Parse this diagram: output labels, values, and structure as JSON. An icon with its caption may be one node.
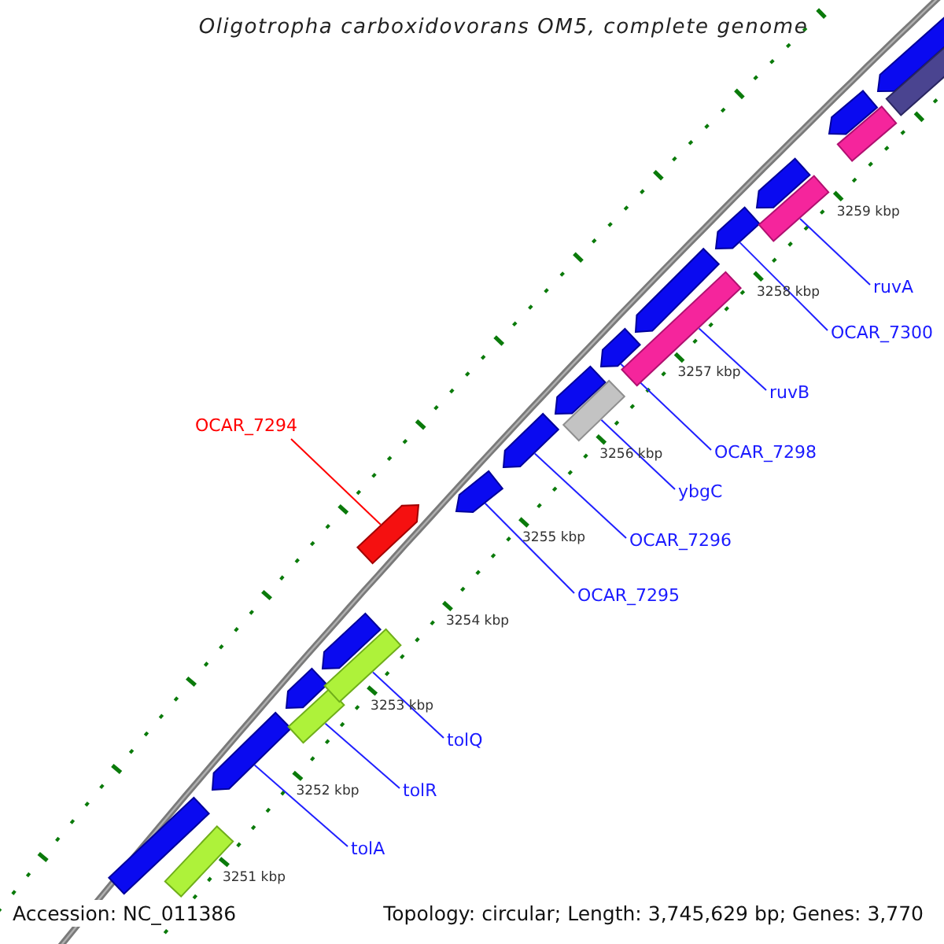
{
  "diagram": {
    "title": "Oligotropha carboxidovorans OM5, complete genome",
    "nodes": [
      {
        "text": [
          "OCAR_7294"
        ]
      },
      {
        "text": [],
        "shape": "pentagon"
      },
      {
        "text": [
          "ruvA"
        ]
      },
      {
        "text": [],
        "shape": "bar"
      },
      {
        "text": [
          "OCAR_7300"
        ]
      },
      {
        "text": [],
        "shape": "pentagon"
      },
      {
        "text": [
          "ruvB"
        ]
      },
      {
        "text": [],
        "shape": "bar"
      },
      {
        "text": [
          "OCAR_7298"
        ]
      },
      {
        "text": [],
        "shape": "pentagon"
      },
      {
        "text": [
          "ybgC"
        ]
      },
      {
        "text": [],
        "shape": "bar"
      },
      {
        "text": [
          "OCAR_7296"
        ]
      },
      {
        "text": [],
        "shape": "pentagon"
      },
      {
        "text": [
          "OCAR_7295"
        ]
      },
      {
        "text": [],
        "shape": "pentagon"
      },
      {
        "text": [
          "tolQ"
        ]
      },
      {
        "text": [],
        "shape": "bar"
      },
      {
        "text": [
          "tolR"
        ]
      },
      {
        "text": [],
        "shape": "bar"
      },
      {
        "text": [
          "tolA"
        ]
      },
      {
        "text": [],
        "shape": "pentagon"
      },
      {
        "text": [],
        "shape": "bar"
      },
      {
        "text": [],
        "shape": "bar"
      },
      {
        "text": [],
        "shape": "pentagon"
      },
      {
        "text": [],
        "shape": "pentagon"
      },
      {
        "text": [],
        "shape": "pentagon"
      },
      {
        "text": [],
        "shape": "pentagon"
      },
      {
        "text": [],
        "shape": "pentagon"
      },
      {
        "text": [],
        "shape": "pentagon"
      },
      {
        "text": [],
        "shape": "bar"
      },
      {
        "text": [],
        "shape": "pentagon"
      },
      {
        "text": [],
        "shape": "bar"
      }
    ],
    "edges": [
      {
        "from": 0,
        "to": 1,
        "arrow": "none",
        "color": "#ff0000"
      },
      {
        "from": 2,
        "to": 3,
        "arrow": "none"
      },
      {
        "from": 4,
        "to": 5,
        "arrow": "none"
      },
      {
        "from": 6,
        "to": 7,
        "arrow": "none"
      },
      {
        "from": 8,
        "to": 9,
        "arrow": "none"
      },
      {
        "from": 10,
        "to": 11,
        "arrow": "none"
      },
      {
        "from": 12,
        "to": 13,
        "arrow": "none"
      },
      {
        "from": 14,
        "to": 15,
        "arrow": "none"
      },
      {
        "from": 16,
        "to": 17,
        "arrow": "none"
      },
      {
        "from": 18,
        "to": 19,
        "arrow": "none"
      },
      {
        "from": 20,
        "to": 21,
        "arrow": "none"
      }
    ],
    "labels": [
      "3259 kbp",
      "3258 kbp",
      "3257 kbp",
      "3256 kbp",
      "3255 kbp",
      "3254 kbp",
      "3253 kbp",
      "3252 kbp",
      "3251 kbp",
      "Accession: NC_011386",
      "Topology: circular; Length: 3,745,629 bp; Genes: 3,770"
    ]
  }
}
